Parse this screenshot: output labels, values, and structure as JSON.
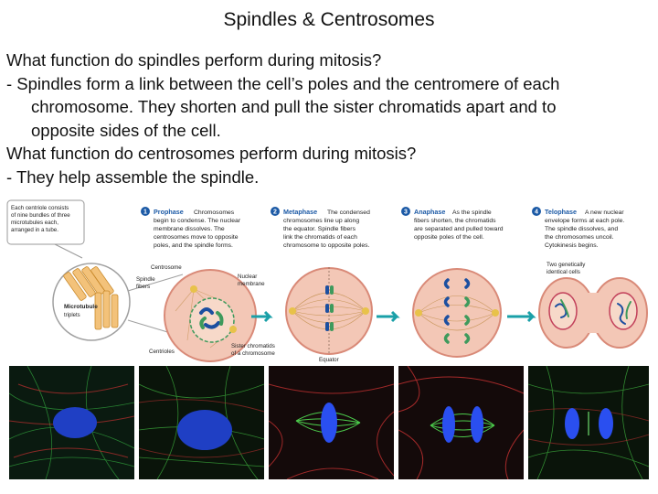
{
  "slide": {
    "title": "Spindles & Centrosomes",
    "lines": [
      "What function do spindles perform during mitosis?",
      "- Spindles form a link between the cell’s poles and the centromere of each",
      "chromosome.  They shorten and pull the sister chromatids apart and to",
      "opposite sides of the cell.",
      "What function do centrosomes perform during mitosis?",
      "- They help assemble the spindle."
    ]
  },
  "diagram": {
    "callout": [
      "Each centriole consists",
      "of nine bundles of three",
      "microtubules each,",
      "arranged in a tube."
    ],
    "label_microtubule": "Microtubule",
    "label_triplets": "triplets",
    "label_centrosome": "Centrosome",
    "label_spindle_1": "Spindle",
    "label_spindle_2": "fibers",
    "label_nuclear_1": "Nuclear",
    "label_nuclear_2": "membrane",
    "label_centrioles": "Centrioles",
    "label_sister_1": "Sister chromatids",
    "label_sister_2": "of a chromosome",
    "label_equator": "Equator",
    "label_identical_1": "Two genetically",
    "label_identical_2": "identical cells",
    "stages": [
      {
        "num": "1",
        "name": "Prophase",
        "desc": [
          "Chromosomes",
          "begin to condense. The nuclear",
          "membrane dissolves. The",
          "centrosomes move to opposite",
          "poles, and the spindle forms."
        ]
      },
      {
        "num": "2",
        "name": "Metaphase",
        "desc": [
          "The condensed",
          "chromosomes line up along",
          "the equator. Spindle fibers",
          "link the chromatids of each",
          "chromosome to opposite poles."
        ]
      },
      {
        "num": "3",
        "name": "Anaphase",
        "desc": [
          "As the spindle",
          "fibers shorten, the chromatids",
          "are separated and pulled toward",
          "opposite poles of the cell."
        ]
      },
      {
        "num": "4",
        "name": "Telophase",
        "desc": [
          "A new nuclear",
          "envelope forms at each pole.",
          "The spindle dissolves, and",
          "the chromosomes uncoil.",
          "Cytokinesis begins."
        ]
      }
    ],
    "colors": {
      "stage_blue": "#1c5aa6",
      "cell_fill": "#f3c7b6",
      "cell_edge": "#d98a78",
      "arrow": "#1aa0a8"
    }
  },
  "photos": [
    {
      "icon": "cell-interphase-micrograph"
    },
    {
      "icon": "cell-prophase-micrograph"
    },
    {
      "icon": "cell-metaphase-micrograph"
    },
    {
      "icon": "cell-anaphase-micrograph"
    },
    {
      "icon": "cell-telophase-micrograph"
    }
  ]
}
